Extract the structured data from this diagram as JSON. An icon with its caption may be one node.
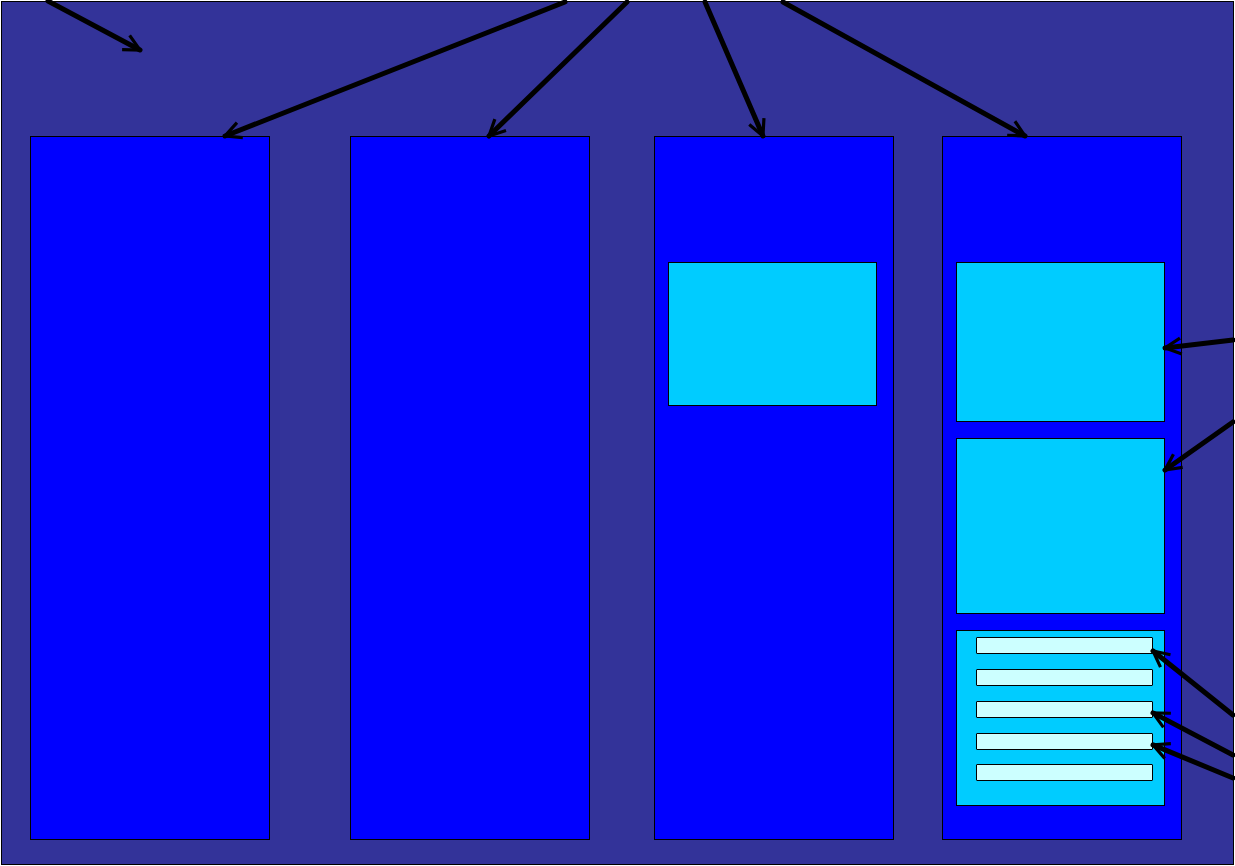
{
  "diagram": {
    "nodes": [
      {
        "text": [],
        "shape": "box"
      },
      {
        "text": [],
        "shape": "box",
        "in": 0
      },
      {
        "text": [],
        "shape": "box",
        "in": 0
      },
      {
        "text": [],
        "shape": "box",
        "in": 0
      },
      {
        "text": [],
        "shape": "box",
        "in": 0
      },
      {
        "text": [],
        "shape": "box",
        "in": 3
      },
      {
        "text": [],
        "shape": "box",
        "in": 4
      },
      {
        "text": [],
        "shape": "box",
        "in": 4
      },
      {
        "text": [],
        "shape": "box",
        "in": 4
      },
      {
        "text": [],
        "shape": "bar",
        "in": 8
      },
      {
        "text": [],
        "shape": "bar",
        "in": 8
      },
      {
        "text": [],
        "shape": "bar",
        "in": 8
      },
      {
        "text": [],
        "shape": "bar",
        "in": 8
      },
      {
        "text": [],
        "shape": "bar",
        "in": 8
      }
    ],
    "edges": [
      {
        "from": 0,
        "to": null,
        "arrow": "to"
      },
      {
        "from": null,
        "to": 1,
        "arrow": "to"
      },
      {
        "from": null,
        "to": 2,
        "arrow": "to"
      },
      {
        "from": null,
        "to": 3,
        "arrow": "to"
      },
      {
        "from": null,
        "to": 4,
        "arrow": "to"
      },
      {
        "from": null,
        "to": 6,
        "arrow": "to"
      },
      {
        "from": null,
        "to": 7,
        "arrow": "to"
      },
      {
        "from": null,
        "to": 9,
        "arrow": "to"
      },
      {
        "from": null,
        "to": 11,
        "arrow": "to"
      },
      {
        "from": null,
        "to": 12,
        "arrow": "to"
      }
    ]
  }
}
